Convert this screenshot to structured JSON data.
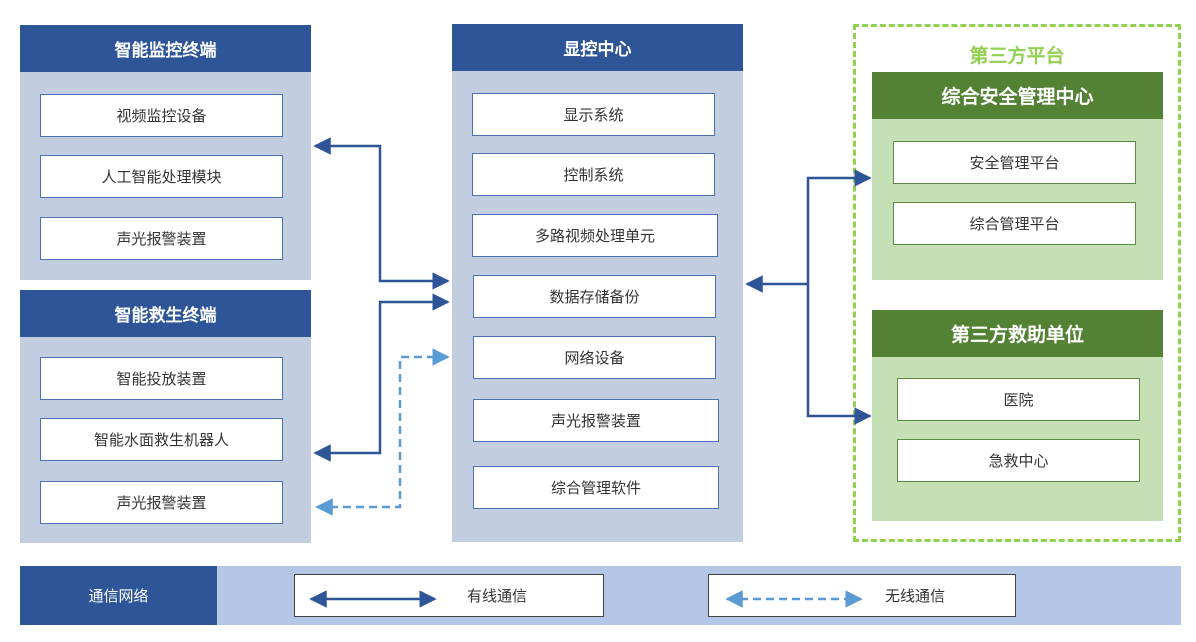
{
  "monitor_terminal": {
    "title": "智能监控终端",
    "items": [
      "视频监控设备",
      "人工智能处理模块",
      "声光报警装置"
    ]
  },
  "rescue_terminal": {
    "title": "智能救生终端",
    "items": [
      "智能投放装置",
      "智能水面救生机器人",
      "声光报警装置"
    ]
  },
  "control_center": {
    "title": "显控中心",
    "items": [
      "显示系统",
      "控制系统",
      "多路视频处理单元",
      "数据存储备份",
      "网络设备",
      "声光报警装置",
      "综合管理软件"
    ]
  },
  "third_party": {
    "title": "第三方平台",
    "safety_center": {
      "title": "综合安全管理中心",
      "items": [
        "安全管理平台",
        "综合管理平台"
      ]
    },
    "rescue_units": {
      "title": "第三方救助单位",
      "items": [
        "医院",
        "急救中心"
      ]
    }
  },
  "legend": {
    "label": "通信网络",
    "wired": "有线通信",
    "wireless": "无线通信"
  },
  "colors": {
    "header_blue": "#2e5597",
    "panel_blue": "#c2cde0",
    "header_green": "#548235",
    "panel_green": "#c5e0b4",
    "dashed_green": "#92d050",
    "wired_line": "#2e5597",
    "wireless_line": "#5b9bd5"
  }
}
